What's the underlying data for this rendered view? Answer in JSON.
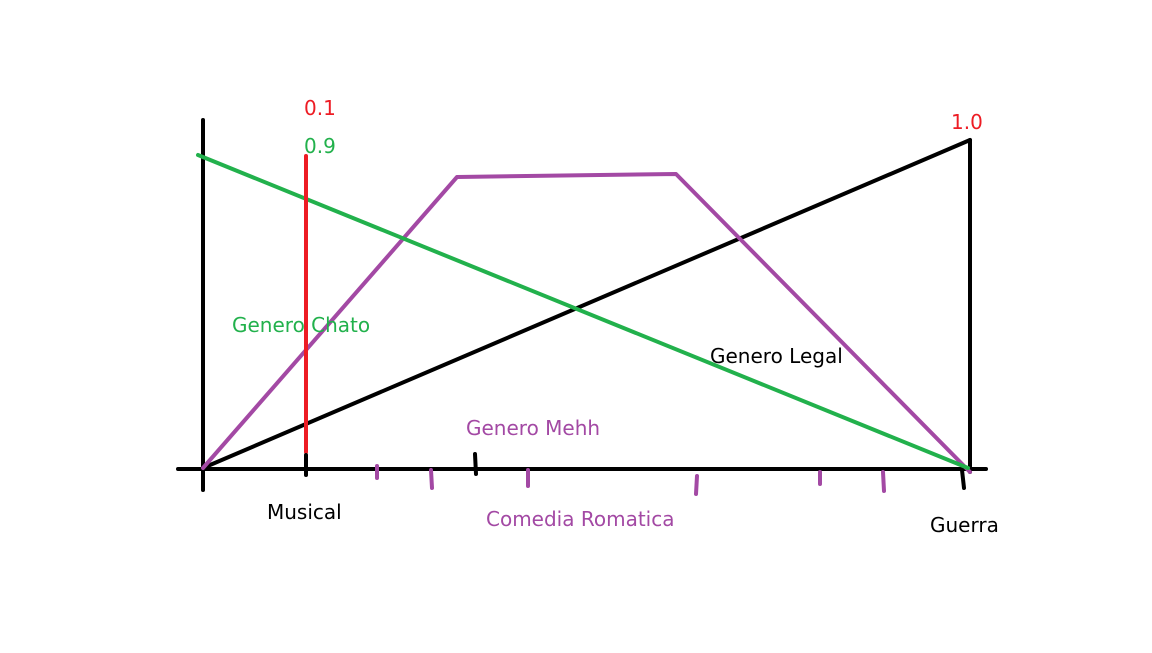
{
  "colors": {
    "axis": "#000000",
    "green": "#22b14c",
    "purple": "#a349a4",
    "red": "#ed1c24"
  },
  "labels": {
    "red_value": "0.1",
    "green_value": "0.9",
    "top_value": "1.0",
    "genero_chato": "Genero Chato",
    "genero_legal": "Genero Legal",
    "genero_mehh": "Genero Mehh",
    "musical": "Musical",
    "comedia": "Comedia Romatica",
    "guerra": "Guerra"
  }
}
